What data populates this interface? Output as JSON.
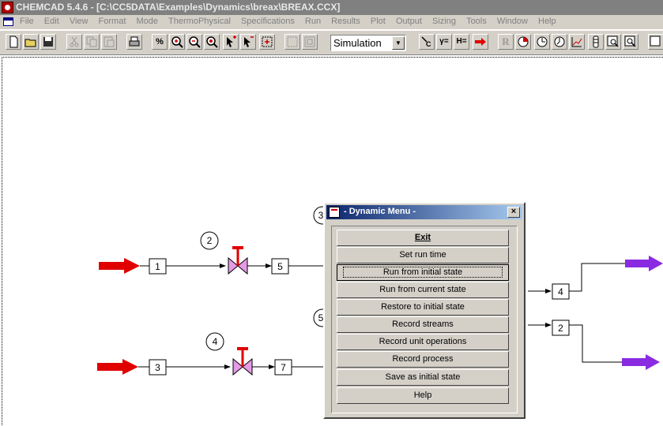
{
  "window": {
    "title": "CHEMCAD 5.4.6 - [C:\\CC5DATA\\Examples\\Dynamics\\breax\\BREAX.CCX]"
  },
  "menu": [
    "File",
    "Edit",
    "View",
    "Format",
    "Mode",
    "ThermoPhysical",
    "Specifications",
    "Run",
    "Results",
    "Plot",
    "Output",
    "Sizing",
    "Tools",
    "Window",
    "Help"
  ],
  "toolbar": {
    "mode_value": "Simulation",
    "percent_label": "%",
    "gamma_label": "γ=",
    "enthalpy_label": "H=",
    "r_label": "R"
  },
  "flowsheet": {
    "units": [
      {
        "label": "1"
      },
      {
        "label": "3"
      },
      {
        "label": "5"
      },
      {
        "label": "7"
      },
      {
        "label": "4"
      },
      {
        "label": "2"
      }
    ],
    "circles": [
      {
        "label": "2"
      },
      {
        "label": "4"
      },
      {
        "label": "3"
      },
      {
        "label": "5"
      }
    ]
  },
  "dialog": {
    "title": "- Dynamic Menu -",
    "close_label": "×",
    "buttons": [
      "Exit",
      "Set run time",
      "Run from initial state",
      "Run from current state",
      "Restore to initial state",
      "Record streams",
      "Record unit operations",
      "Record process",
      "Save as initial state",
      "Help"
    ]
  },
  "colors": {
    "feed_arrow": "#e00000",
    "product_arrow": "#8a2be2",
    "valve": "#e59be5",
    "valve_stem": "#e00000",
    "dialog_title": "#0a246a"
  }
}
